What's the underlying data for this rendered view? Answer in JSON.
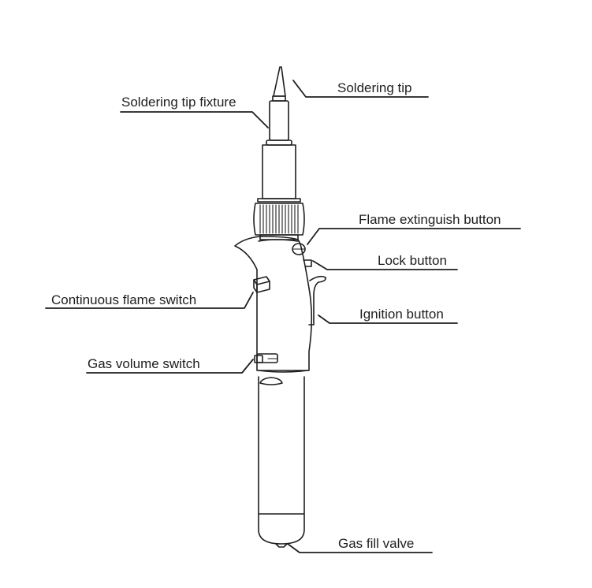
{
  "diagram": {
    "subject": "gas soldering iron",
    "labels": {
      "soldering_tip": "Soldering tip",
      "soldering_tip_fixture": "Soldering tip fixture",
      "flame_extinguish_button": "Flame extinguish button",
      "lock_button": "Lock button",
      "continuous_flame_switch": "Continuous flame switch",
      "ignition_button": "Ignition button",
      "gas_volume_switch": "Gas volume switch",
      "gas_fill_valve": "Gas fill valve"
    },
    "colors": {
      "line": "#1e1e1e",
      "background": "#ffffff"
    }
  }
}
